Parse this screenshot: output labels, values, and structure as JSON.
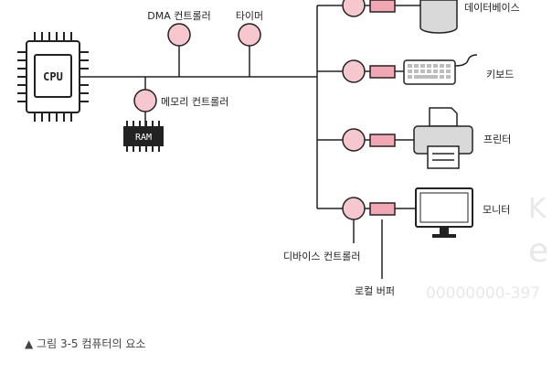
{
  "diagram": {
    "labels": {
      "dma_controller": "DMA 컨트롤러",
      "timer": "타이머",
      "memory_controller": "메모리 컨트롤러",
      "cpu": "CPU",
      "ram": "RAM",
      "database": "데이터베이스",
      "keyboard": "키보드",
      "printer": "프린터",
      "monitor": "모니터",
      "device_controller": "디바이스 컨트롤러",
      "local_buffer": "로컬 버퍼"
    },
    "watermark": {
      "k": "K",
      "e": "e",
      "code": "00000000-397"
    },
    "colors": {
      "controller_fill": "#f6c7cf",
      "buffer_fill": "#f2a7b4",
      "line": "#222222"
    }
  },
  "caption": "▲ 그림 3-5 컴퓨터의 요소"
}
